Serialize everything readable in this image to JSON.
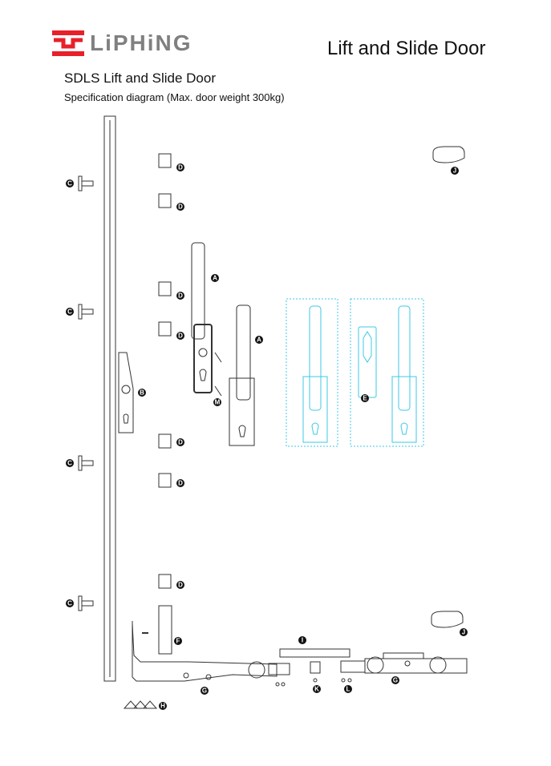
{
  "header": {
    "brand": "LiPHiNG",
    "brand_color": "#e8202a",
    "title": "Lift and Slide Door"
  },
  "document": {
    "subtitle": "SDLS Lift and Slide Door",
    "spec": "Specification diagram (Max. door weight 300kg)"
  },
  "labels": {
    "A": "A",
    "B": "B",
    "C": "C",
    "D": "D",
    "E": "E",
    "F": "F",
    "G": "G",
    "H": "H",
    "I": "I",
    "J": "J",
    "K": "K",
    "L": "L",
    "M": "M"
  },
  "colors": {
    "line": "#333333",
    "variant": "#3cc8e6"
  }
}
